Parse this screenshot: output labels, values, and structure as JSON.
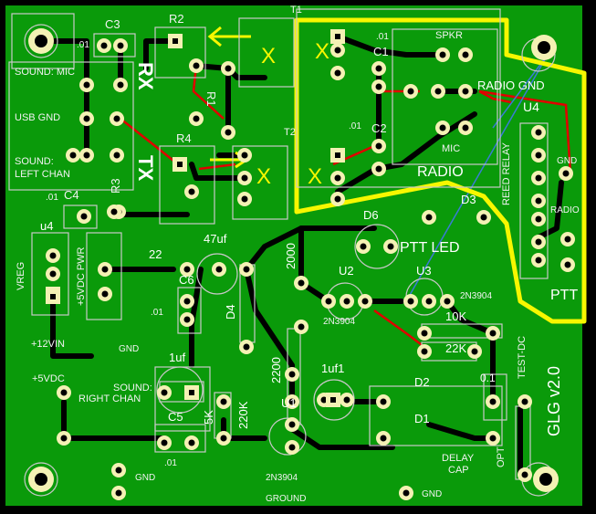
{
  "board": {
    "title": "GLG v2.0",
    "colors": {
      "copper": "#0a9a0a",
      "trace": "#000000",
      "pad": "#f4f1b4",
      "silk": "#c8c8c8",
      "red_trace": "#e00000",
      "highlight": "#f7f700",
      "blue_line": "#3a7bd5"
    }
  },
  "labels": {
    "c3": "C3",
    "c3_val": ".01",
    "r2": "R2",
    "t1": "T1",
    "c1_val": ".01",
    "c1": "C1",
    "spkr": "SPKR",
    "sound_mic": "SOUND: MIC",
    "rx": "RX",
    "usb_gnd": "USB GND",
    "r1": "R1",
    "radio_gnd": "RADIO GND",
    "u4_top": "U4",
    "c2_val": ".01",
    "c2": "C2",
    "t2": "T2",
    "mic": "MIC",
    "reed_relay": "REED RELAY",
    "gnd_right": "GND",
    "r4": "R4",
    "sound_left_1": "SOUND:",
    "sound_left_2": "LEFT CHAN",
    "tx": "TX",
    "r3": "R3",
    "radio_big": "RADIO",
    "radio_small": "RADIO",
    "c4_val": ".01",
    "c4": "C4",
    "d3": "D3",
    "d6": "D6",
    "u4_left": "u4",
    "ptt_led": "PTT LED",
    "ptt": "PTT",
    "c47": "47uf",
    "r22": "22",
    "vreg": "VREG",
    "pwr_5vdc": "+5VDC PWR",
    "c6": "C6",
    "c6_val": ".01",
    "d4": "D4",
    "r2000": "2000",
    "u2": "U2",
    "u3": "U3",
    "u3_part": "2N3904",
    "u2_part": "2N3904",
    "r10k": "10K",
    "plus12": "+12VIN",
    "gnd_mid": "GND",
    "r22k": "22K",
    "c1uf": "1uf",
    "c1uf1": "1uf1",
    "r2200": "2200",
    "test_dc": "TEST-DC",
    "plus5": "+5VDC",
    "sound_right_1": "SOUND:",
    "sound_right_2": "RIGHT CHAN",
    "r220k": "220K",
    "u1": "U1",
    "d2": "D2",
    "d1": "D1",
    "cap01": "0.1",
    "r5k": "5K",
    "c5": "C5",
    "c5_val": ".01",
    "delay1": "DELAY",
    "delay2": "CAP",
    "opt": "OPT",
    "gnd_bl": "GND",
    "u1_part": "2N3904",
    "gnd_bottom": "GND",
    "ground": "GROUND",
    "x1": "X",
    "x2": "X",
    "x3": "X",
    "x4": "X"
  }
}
